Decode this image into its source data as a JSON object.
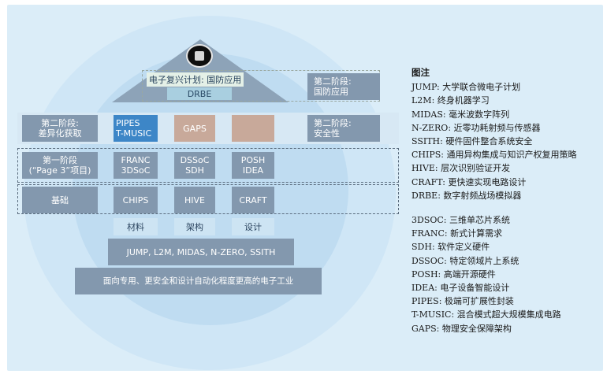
{
  "top": {
    "label": "电子复兴计划: 国防应用",
    "drbe": "DRBE",
    "phase2_defense": [
      "第二阶段:",
      "国防应用"
    ]
  },
  "row_phase2": {
    "left": [
      "第二阶段:",
      "差异化获取"
    ],
    "pipes": [
      "PIPES",
      "T-MUSIC"
    ],
    "gaps": "GAPS",
    "blank": "",
    "right": [
      "第二阶段:",
      "安全性"
    ]
  },
  "row_phase1": {
    "left": [
      "第一阶段",
      "(“Page 3”项目)"
    ],
    "franc": [
      "FRANC",
      "3DSoC"
    ],
    "dssoc": [
      "DSSoC",
      "SDH"
    ],
    "posh": [
      "POSH",
      "IDEA"
    ]
  },
  "row_base": {
    "left": "基础",
    "chips": "CHIPS",
    "hive": "HIVE",
    "craft": "CRAFT"
  },
  "categories": [
    "材料",
    "架构",
    "设计"
  ],
  "programs_bar": "JUMP, L2M, MIDAS, N-ZERO, SSITH",
  "industry_bar": "面向专用、更安全和设计自动化程度更高的电子工业",
  "legend": {
    "title": "图注",
    "group1": [
      "JUMP: 大学联合微电子计划",
      "L2M: 终身机器学习",
      "MIDAS: 毫米波数字阵列",
      "N-ZERO: 近零功耗射频与传感器",
      "SSITH: 硬件固件整合系统安全",
      "CHIPS: 通用异构集成与知识产权复用策略",
      "HIVE: 层次识别验证开发",
      "CRAFT: 更快速实现电路设计",
      "DRBE: 数字射频战场模拟器"
    ],
    "group2": [
      "3DSOC: 三维单芯片系统",
      "FRANC: 新式计算需求",
      "SDH: 软件定义硬件",
      "DSSOC: 特定领域片上系统",
      "POSH: 高端开源硬件",
      "IDEA: 电子设备智能设计",
      "PIPES: 极端可扩展性封装",
      "T-MUSIC: 混合模式超大规模集成电路",
      "GAPS: 物理安全保障架构"
    ]
  },
  "colors": {
    "box_gray": "#8398ae",
    "box_blue": "#3d86c7",
    "box_tan": "#c8a99a",
    "panel": "#dbedf8"
  }
}
